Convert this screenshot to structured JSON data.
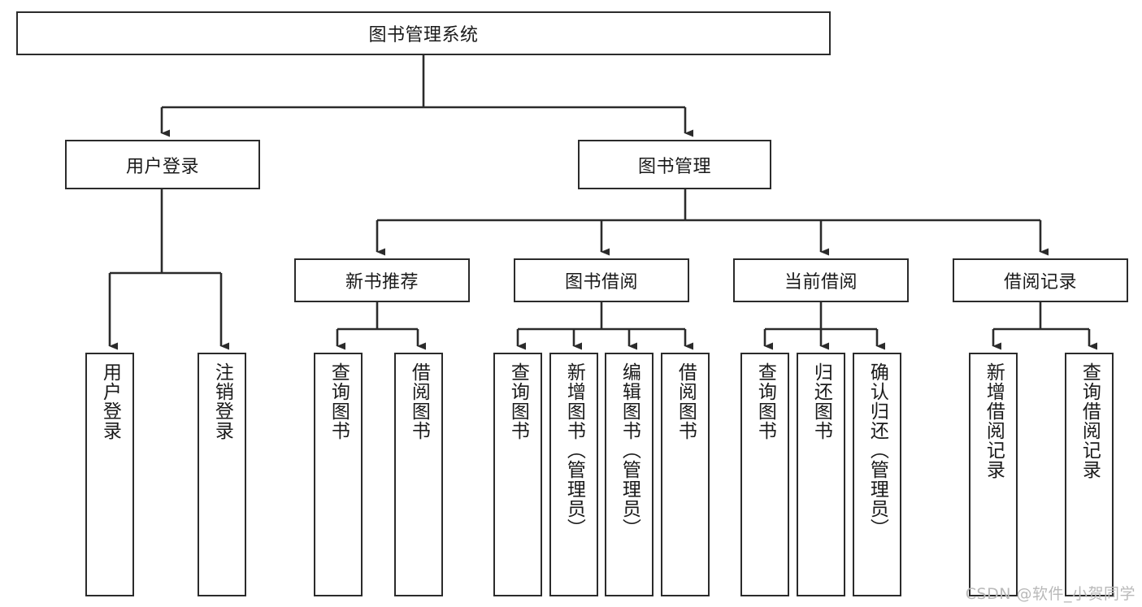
{
  "diagram": {
    "title": "图书管理系统",
    "type": "tree-hierarchy-chart",
    "root": {
      "label": "图书管理系统"
    },
    "level1": [
      {
        "label": "用户登录"
      },
      {
        "label": "图书管理"
      }
    ],
    "level2": [
      {
        "label": "新书推荐",
        "parent": "图书管理"
      },
      {
        "label": "图书借阅",
        "parent": "图书管理"
      },
      {
        "label": "当前借阅",
        "parent": "图书管理"
      },
      {
        "label": "借阅记录",
        "parent": "图书管理"
      }
    ],
    "leaves": {
      "user_login": [
        {
          "label": "用户登录"
        },
        {
          "label": "注销登录"
        }
      ],
      "new_book_recommend": [
        {
          "label": "查询图书"
        },
        {
          "label": "借阅图书"
        }
      ],
      "book_borrow": [
        {
          "label": "查询图书"
        },
        {
          "label": "新增图书（管理员）"
        },
        {
          "label": "编辑图书（管理员）"
        },
        {
          "label": "借阅图书"
        }
      ],
      "current_borrow": [
        {
          "label": "查询图书"
        },
        {
          "label": "归还图书"
        },
        {
          "label": "确认归还（管理员）"
        }
      ],
      "borrow_record": [
        {
          "label": "新增借阅记录"
        },
        {
          "label": "查询借阅记录"
        }
      ]
    }
  },
  "watermark": {
    "text": "CSDN @软件_小贺同学"
  },
  "colors": {
    "stroke": "#2b2b2b",
    "background": "#ffffff",
    "text": "#1a1a1a",
    "watermark": "#b9b9b9"
  }
}
